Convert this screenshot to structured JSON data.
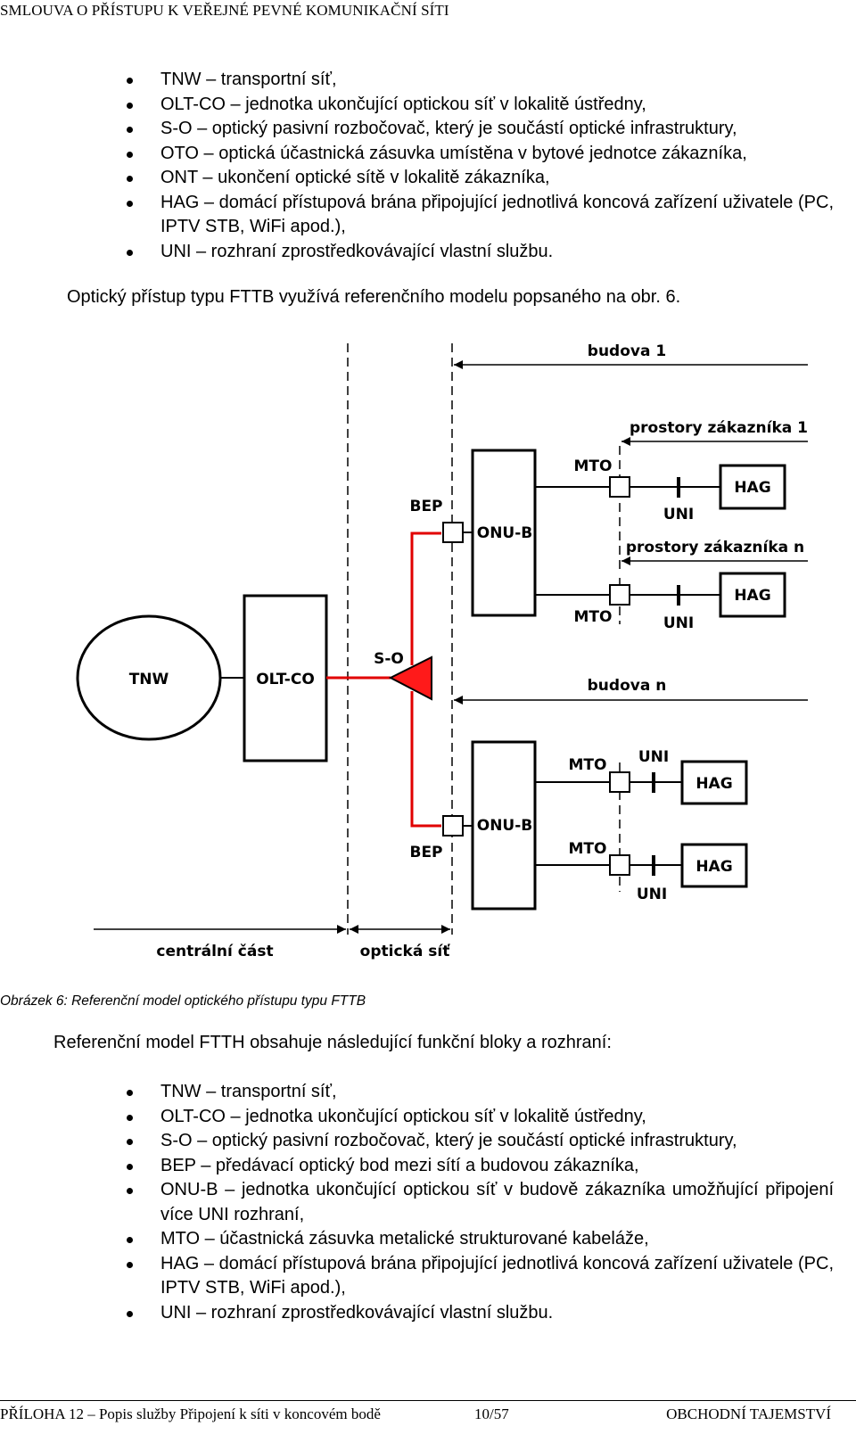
{
  "header": {
    "title": "SMLOUVA O PŘÍSTUPU K VEŘEJNÉ PEVNÉ KOMUNIKAČNÍ SÍTI"
  },
  "list_top": [
    "TNW – transportní síť,",
    "OLT-CO – jednotka ukončující optickou síť v lokalitě ústředny,",
    "S-O – optický pasivní rozbočovač, který je součástí optické infrastruktury,",
    "OTO – optická účastnická zásuvka umístěna v bytové jednotce zákazníka,",
    "ONT – ukončení optické sítě v lokalitě zákazníka,",
    "HAG – domácí přístupová brána připojující jednotlivá koncová zařízení uživatele (PC, IPTV STB, WiFi apod.),",
    "UNI – rozhraní zprostředkovávající vlastní službu."
  ],
  "intro_fttb": "Optický přístup typu FTTB využívá referenčního modelu popsaného na obr. 6.",
  "diagram": {
    "labels": {
      "budova1": "budova 1",
      "prostory1": "prostory zákazníka 1",
      "prostoryn": "prostory zákazníka n",
      "budovan": "budova n",
      "tnw": "TNW",
      "oltco": "OLT-CO",
      "so": "S-O",
      "bep": "BEP",
      "onub": "ONU-B",
      "mto": "MTO",
      "uni": "UNI",
      "hag": "HAG",
      "central": "centrální část",
      "optical": "optická síť"
    },
    "colors": {
      "fiber": "#e10000",
      "splitter": "#ff1a1a",
      "line": "#000000"
    }
  },
  "caption": "Obrázek 6: Referenční model optického přístupu typu FTTB",
  "intro_ftth": "Referenční model FTTH obsahuje následující funkční bloky a rozhraní:",
  "list_bottom": [
    "TNW – transportní síť,",
    "OLT-CO – jednotka ukončující optickou síť v lokalitě ústředny,",
    "S-O – optický pasivní rozbočovač, který je součástí optické infrastruktury,",
    "BEP – předávací optický bod mezi sítí a budovou zákazníka,",
    "ONU-B – jednotka ukončující optickou síť v budově zákazníka umožňující připojení více UNI rozhraní,",
    "MTO – účastnická zásuvka metalické strukturované kabeláže,",
    "HAG – domácí přístupová brána připojující jednotlivá koncová zařízení uživatele (PC, IPTV STB, WiFi apod.),",
    "UNI – rozhraní zprostředkovávající vlastní službu."
  ],
  "footer": {
    "left": "PŘÍLOHA 12 – Popis služby Připojení k síti v koncovém bodě",
    "page": "10/57",
    "right": "OBCHODNÍ TAJEMSTVÍ"
  }
}
